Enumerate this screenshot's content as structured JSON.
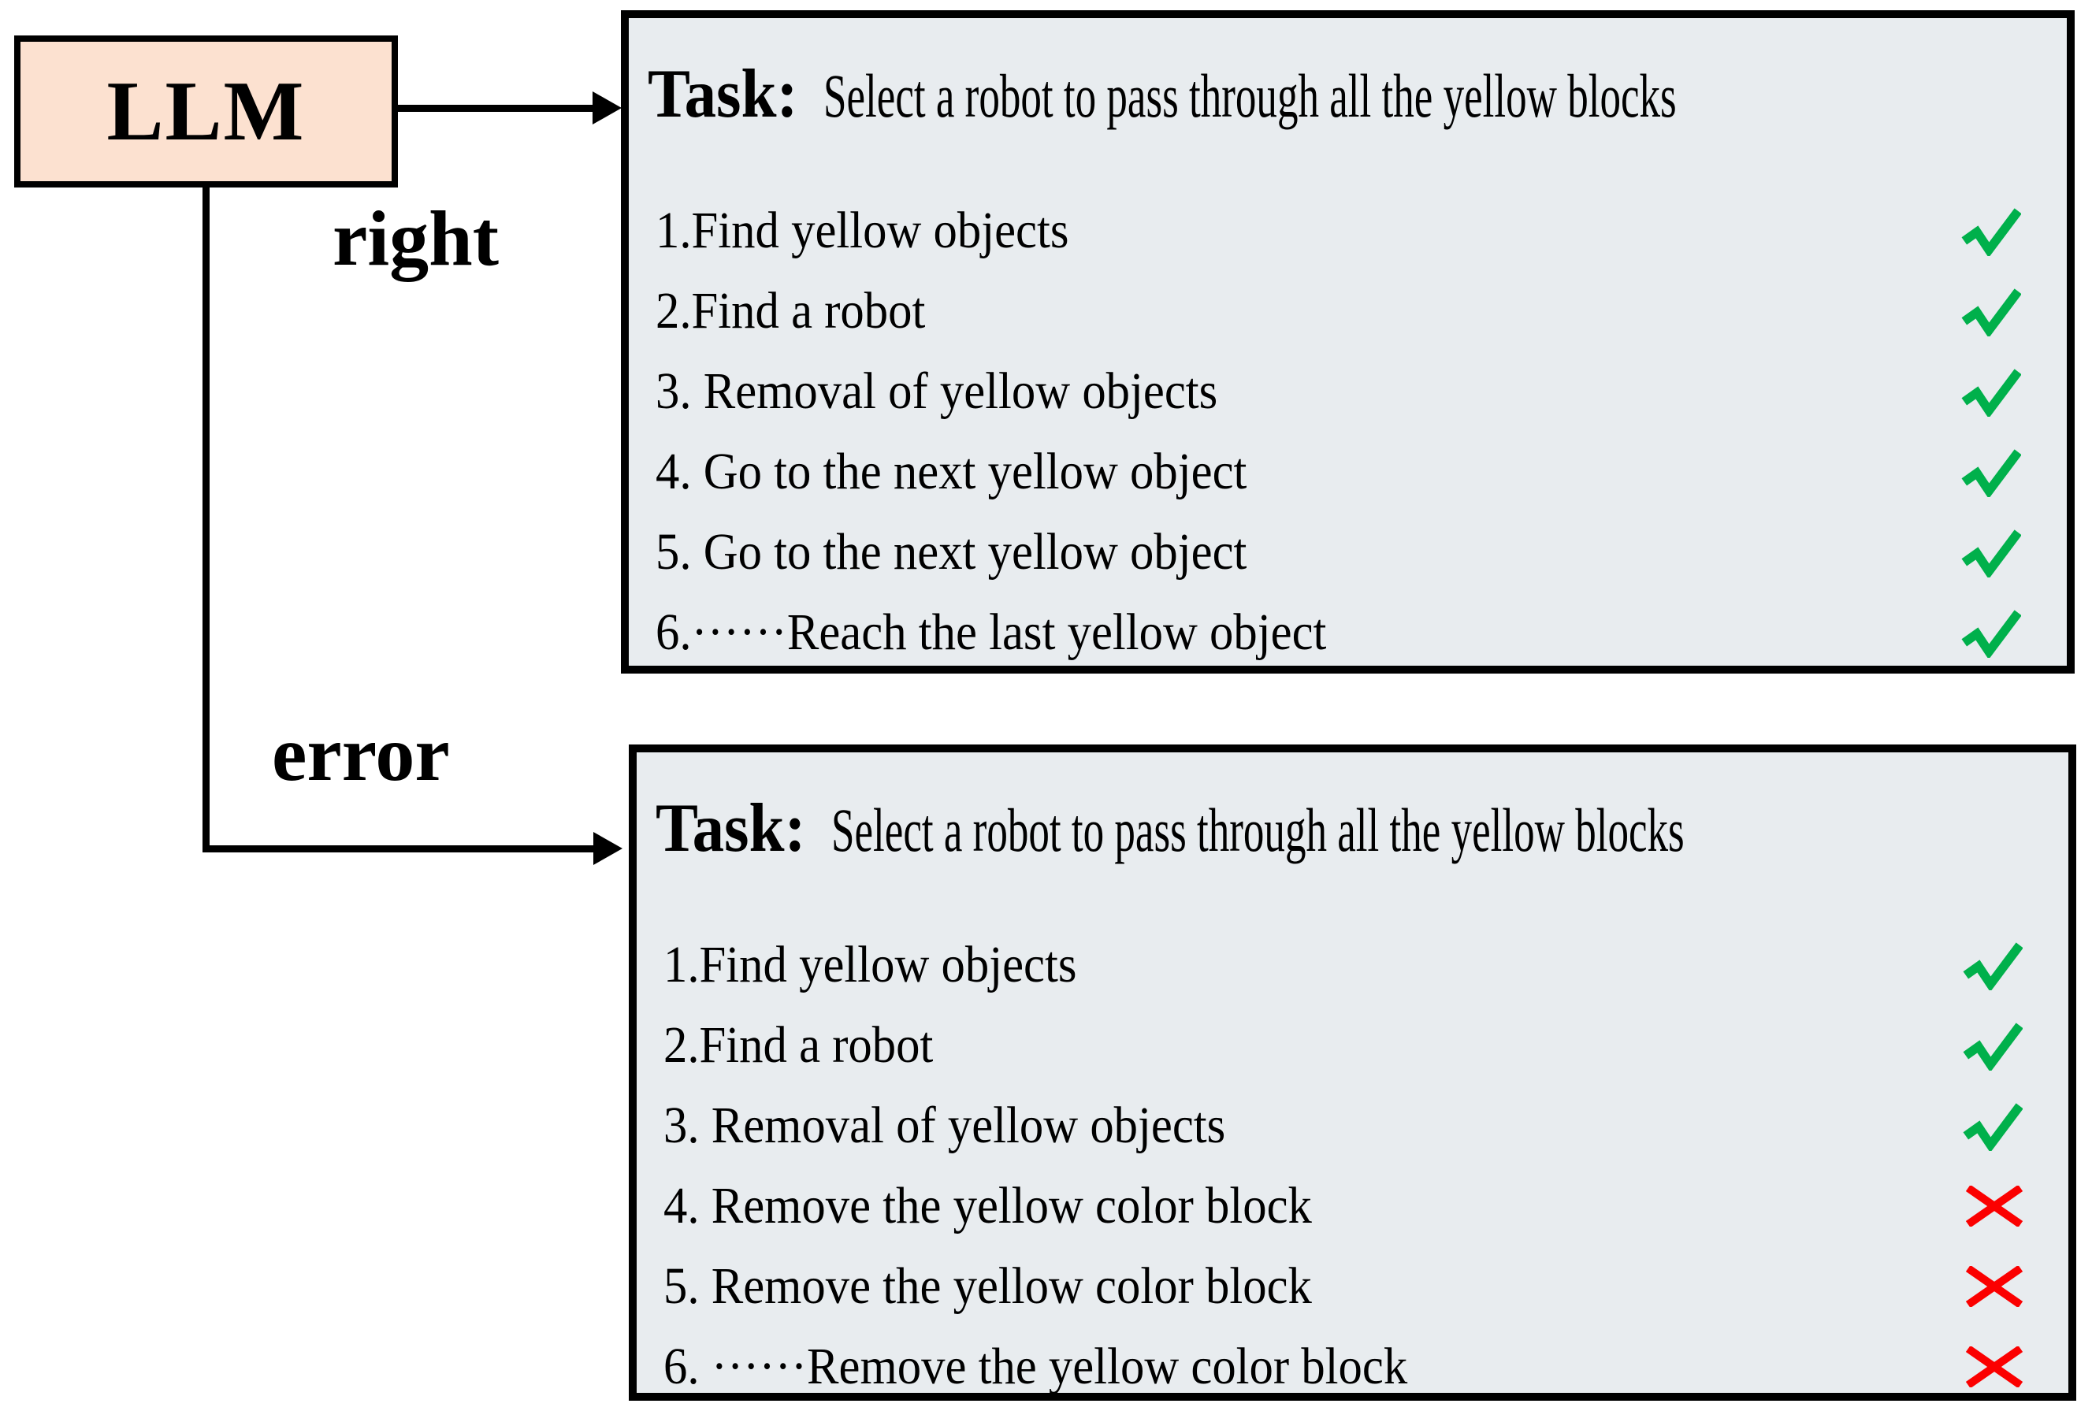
{
  "llm": {
    "label": "LLM"
  },
  "branches": {
    "right_label": "right",
    "error_label": "error"
  },
  "right_box": {
    "heading_prefix": "Task:",
    "heading_text": "Select a robot to pass through all the yellow blocks",
    "items": [
      {
        "text": "1.Find yellow objects",
        "mark": "check"
      },
      {
        "text": "2.Find a robot",
        "mark": "check"
      },
      {
        "text": "3. Removal of yellow objects",
        "mark": "check"
      },
      {
        "text": "4. Go to the next yellow object",
        "mark": "check"
      },
      {
        "text": "5. Go to the next yellow object",
        "mark": "check"
      },
      {
        "text": "6.······Reach the last yellow object",
        "mark": "check"
      }
    ]
  },
  "error_box": {
    "heading_prefix": "Task:",
    "heading_text": "Select a robot to pass through all the yellow blocks",
    "items": [
      {
        "text": "1.Find yellow objects",
        "mark": "check"
      },
      {
        "text": "2.Find a robot",
        "mark": "check"
      },
      {
        "text": "3. Removal of yellow objects",
        "mark": "check"
      },
      {
        "text": "4. Remove the yellow color block",
        "mark": "cross"
      },
      {
        "text": "5. Remove the yellow color block",
        "mark": "cross"
      },
      {
        "text": "6. ······Remove the yellow color block",
        "mark": "cross"
      }
    ]
  },
  "colors": {
    "llm_fill": "#FCE1D0",
    "box_fill": "#E8ECEF",
    "check": "#00B04B",
    "cross": "#FB0000",
    "line": "#000000"
  }
}
